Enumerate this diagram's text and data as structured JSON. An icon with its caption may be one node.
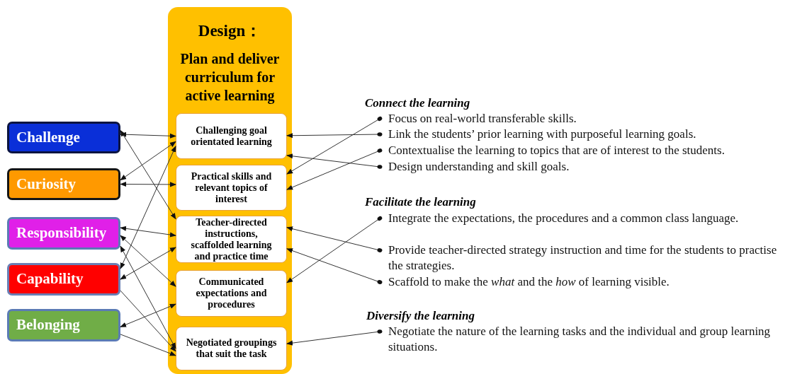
{
  "diagram": {
    "nodes": [
      {
        "text": [
          "Design：",
          "Plan and deliver curriculum for active learning"
        ]
      },
      {
        "text": [
          "Challenging goal orientated learning"
        ],
        "in": 0
      },
      {
        "text": [
          "Practical skills and relevant topics of interest"
        ],
        "in": 0
      },
      {
        "text": [
          "Teacher-directed instructions, scaffolded learning and practice time"
        ],
        "in": 0
      },
      {
        "text": [
          "Communicated expectations and procedures"
        ],
        "in": 0
      },
      {
        "text": [
          "Negotiated groupings that suit the task"
        ],
        "in": 0
      },
      {
        "text": [
          "Challenge"
        ]
      },
      {
        "text": [
          "Curiosity"
        ]
      },
      {
        "text": [
          "Responsibility"
        ]
      },
      {
        "text": [
          "Capability"
        ]
      },
      {
        "text": [
          "Belonging"
        ]
      },
      {
        "text": [
          "Focus on real-world transferable skills."
        ]
      },
      {
        "text": [
          "Link the students’ prior learning with purposeful learning goals."
        ]
      },
      {
        "text": [
          "Contextualise the learning to topics that are of interest to the students."
        ]
      },
      {
        "text": [
          "Design understanding and skill goals."
        ]
      },
      {
        "text": [
          "Integrate the expectations, the procedures and a common class language."
        ]
      },
      {
        "text": [
          "Provide teacher-directed strategy instruction and time for the students to practise the strategies."
        ]
      },
      {
        "text": [
          "Scaffold to make the *what* and the *how* of learning visible."
        ]
      },
      {
        "text": [
          "Negotiate the nature of the learning tasks and the individual and group learning situations."
        ]
      }
    ],
    "edges": [
      {
        "from": 6,
        "to": 1,
        "arrow": "both"
      },
      {
        "from": 6,
        "to": 3,
        "arrow": "both"
      },
      {
        "from": 7,
        "to": 1,
        "arrow": "both"
      },
      {
        "from": 7,
        "to": 2,
        "arrow": "both"
      },
      {
        "from": 8,
        "to": 3,
        "arrow": "both"
      },
      {
        "from": 8,
        "to": 4,
        "arrow": "both"
      },
      {
        "from": 8,
        "to": 5,
        "arrow": "both"
      },
      {
        "from": 9,
        "to": 1,
        "arrow": "both"
      },
      {
        "from": 9,
        "to": 3,
        "arrow": "both"
      },
      {
        "from": 9,
        "to": 5,
        "arrow": "to"
      },
      {
        "from": 10,
        "to": 4,
        "arrow": "both"
      },
      {
        "from": 10,
        "to": 5,
        "arrow": "to"
      },
      {
        "from": 11,
        "to": 2,
        "arrow": "to"
      },
      {
        "from": 12,
        "to": 1,
        "arrow": "to"
      },
      {
        "from": 13,
        "to": 2,
        "arrow": "to"
      },
      {
        "from": 14,
        "to": 1,
        "arrow": "to"
      },
      {
        "from": 15,
        "to": 4,
        "arrow": "to"
      },
      {
        "from": 16,
        "to": 3,
        "arrow": "to"
      },
      {
        "from": 17,
        "to": 3,
        "arrow": "to"
      },
      {
        "from": 18,
        "to": 5,
        "arrow": "to"
      }
    ],
    "labels": [
      "Connect the learning",
      "Facilitate the learning",
      "Diversify the learning"
    ]
  }
}
